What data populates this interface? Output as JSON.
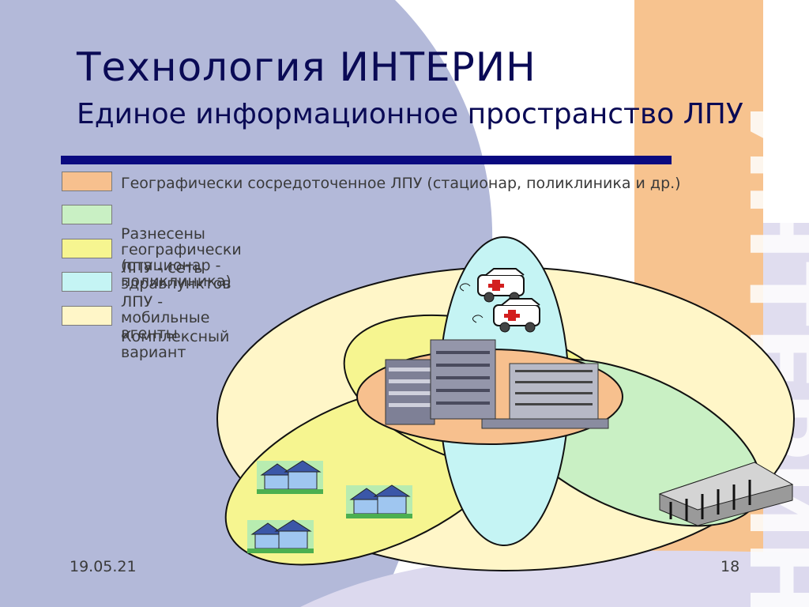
{
  "slide": {
    "title": "Технология ИНТЕРИН",
    "subtitle": "Единое информационное пространство ЛПУ",
    "watermark": "ИНТЕРИН",
    "date": "19.05.21",
    "page_number": "18"
  },
  "legend": [
    {
      "label": "Географически сосредоточенное ЛПУ (стационар, поликлиника и др.)",
      "color": "#f7c08e"
    },
    {
      "label": "Разнесены географически (стационар - поликлиника)",
      "color": "#c9f0c4"
    },
    {
      "label": "ЛПУ - сеть здравпунктов",
      "color": "#f6f590"
    },
    {
      "label": "ЛПУ - мобильные агенты",
      "color": "#c5f4f4"
    },
    {
      "label": "Комплексный вариант",
      "color": "#fff6c8"
    }
  ],
  "colors": {
    "title": "#0a0a55",
    "rule": "#0a0a80",
    "side_band": "#f7c38f",
    "left_shape": "#b3b9d9"
  },
  "icons": [
    "ambulance-icon",
    "hospital-building-icon",
    "house-icon",
    "office-building-icon"
  ]
}
